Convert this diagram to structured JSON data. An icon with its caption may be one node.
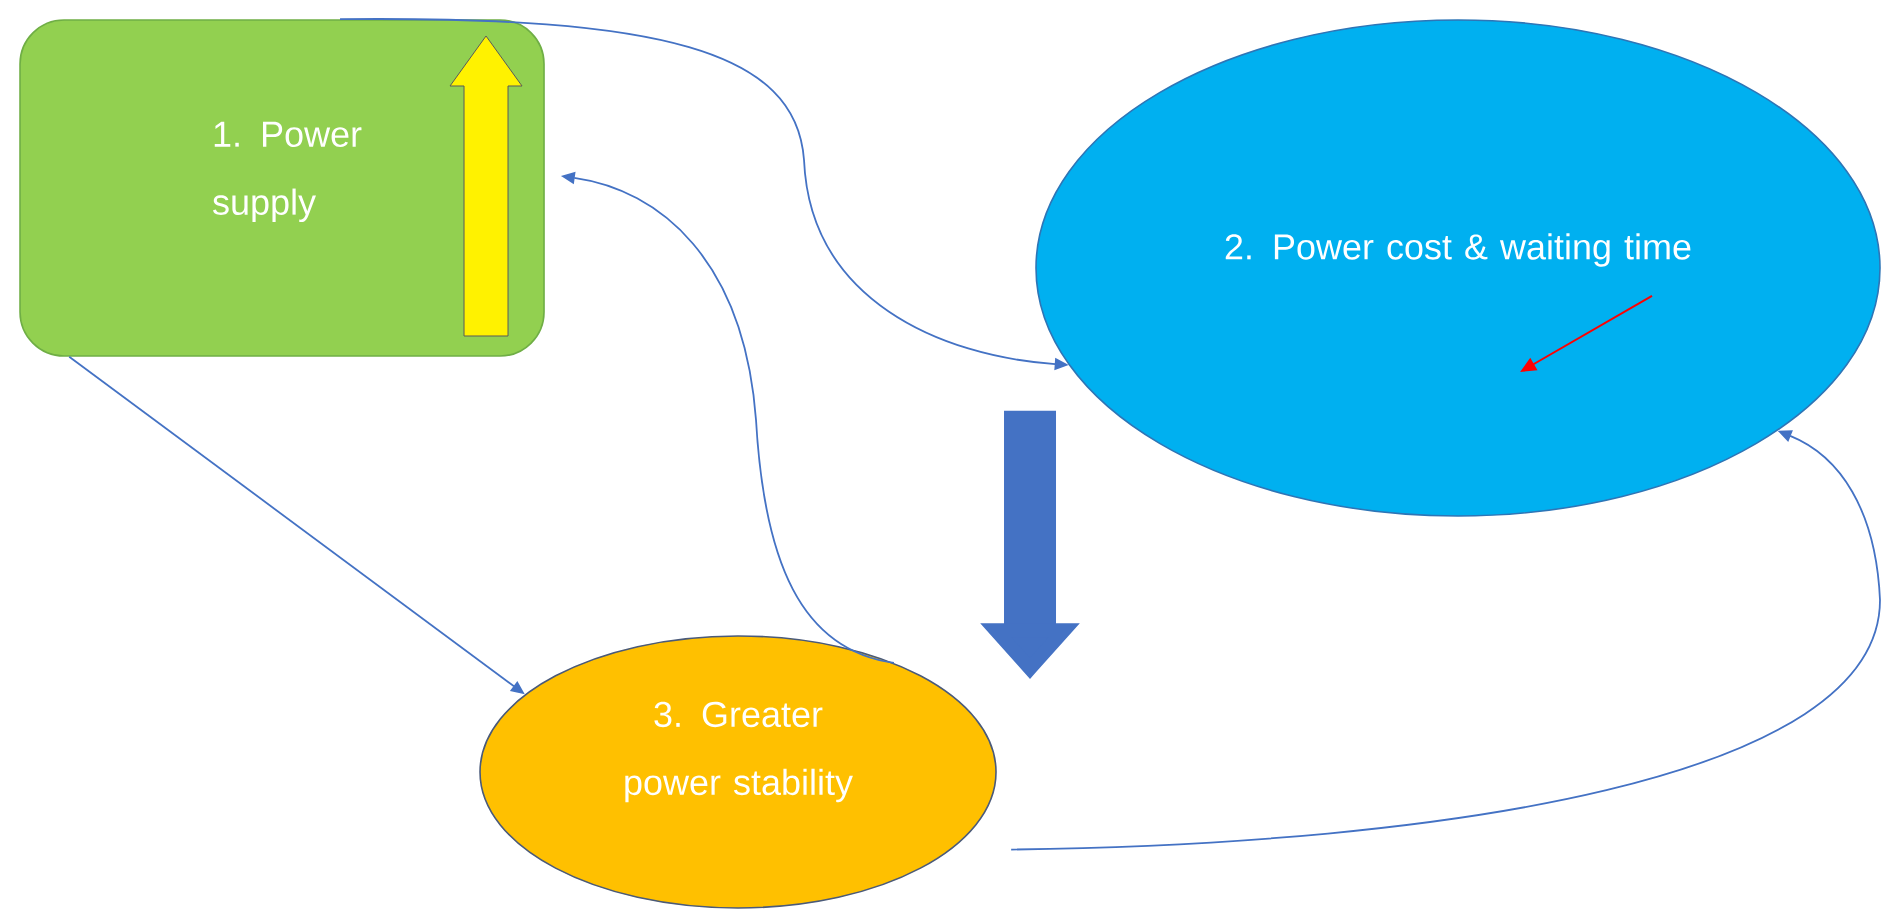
{
  "diagram": {
    "nodes": [
      {
        "text": [
          "1. Power supply"
        ]
      },
      {
        "text": [
          "2. Power cost & waiting time"
        ]
      },
      {
        "text": [
          "3. Greater power stability"
        ]
      }
    ],
    "edges": [
      {
        "from": 0,
        "to": 1,
        "arrow": "to"
      },
      {
        "from": 2,
        "to": 0,
        "arrow": "to"
      },
      {
        "from": 0,
        "to": 2,
        "arrow": "to"
      },
      {
        "from": 2,
        "to": 1,
        "arrow": "to"
      },
      {
        "from": 1,
        "to": 2,
        "arrow": "to",
        "style": "thick"
      }
    ]
  }
}
